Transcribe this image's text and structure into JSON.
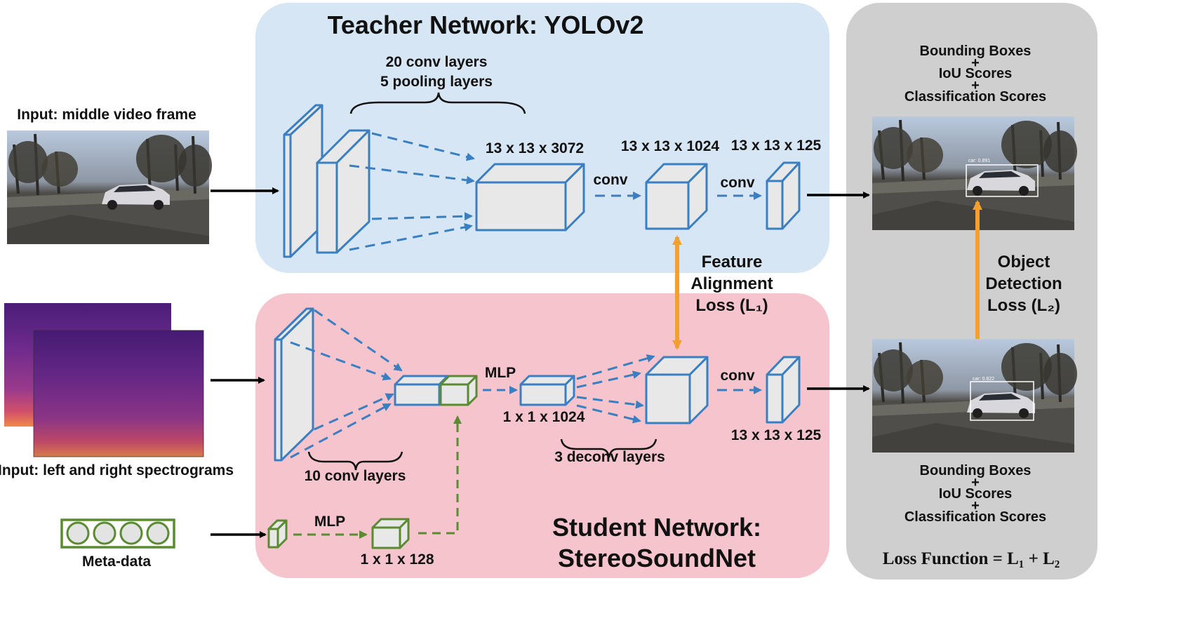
{
  "teacher": {
    "title": "Teacher Network: YOLOv2",
    "layers_line1": "20 conv layers",
    "layers_line2": "5 pooling layers",
    "dim_big": "13 x 13 x 3072",
    "dim_feature": "13 x 13 x 1024",
    "dim_out": "13 x 13 x 125",
    "conv_label_1": "conv",
    "conv_label_2": "conv"
  },
  "student": {
    "title_line1": "Student Network:",
    "title_line2": "StereoSoundNet",
    "conv_layers": "10 conv layers",
    "mlp_label": "MLP",
    "dim_mlp": "1 x 1 x 1024",
    "deconv_layers": "3 deconv layers",
    "conv_label": "conv",
    "dim_out": "13 x 13 x 125",
    "meta_mlp_label": "MLP",
    "dim_meta": "1 x 1 x 128"
  },
  "inputs": {
    "video_label": "Input: middle video frame",
    "spectrogram_label": "Input: left and right spectrograms",
    "metadata_label": "Meta-data"
  },
  "feature_loss": {
    "line1": "Feature",
    "line2": "Alignment",
    "line3": "Loss (L₁)"
  },
  "output_panel": {
    "top_line1": "Bounding Boxes",
    "top_plus1": "+",
    "top_line2": "IoU Scores",
    "top_plus2": "+",
    "top_line3": "Classification Scores",
    "bottom_line1": "Bounding Boxes",
    "bottom_plus1": "+",
    "bottom_line2": "IoU Scores",
    "bottom_plus2": "+",
    "bottom_line3": "Classification Scores",
    "det_loss_line1": "Object",
    "det_loss_line2": "Detection",
    "det_loss_line3": "Loss (L₂)",
    "formula": "Loss Function = L₁ + L₂",
    "bbox_label_top": "car: 0.891",
    "bbox_label_bottom": "car: 0.822"
  },
  "colors": {
    "teacher_bg": "#d6e6f4",
    "student_bg": "#f5c4cc",
    "output_bg": "#cfcfcf",
    "layer_stroke": "#3a7fc1",
    "layer_fill": "#e8e8e8",
    "meta_stroke": "#5a8a32",
    "loss_arrow": "#f2a032"
  }
}
